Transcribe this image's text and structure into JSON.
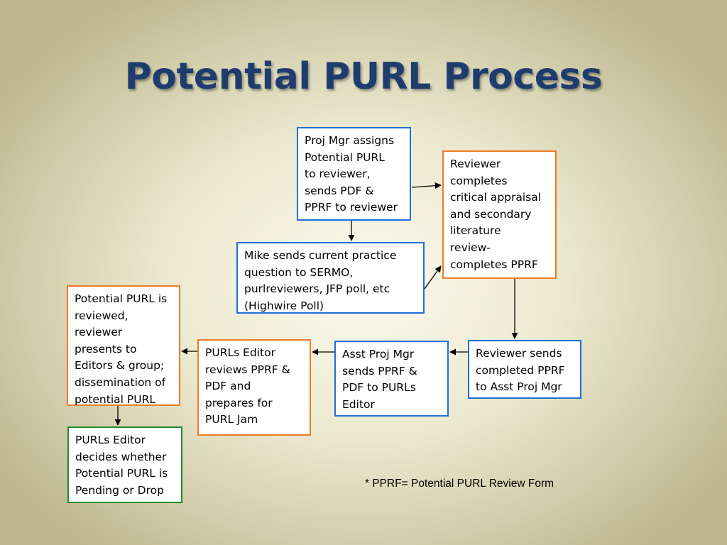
{
  "title": "Potential PURL Process",
  "boxes": {
    "assign": "Proj Mgr assigns\nPotential PURL\nto reviewer,\nsends PDF &\nPPRF to reviewer",
    "reviewer_completes": "Reviewer\ncompletes\ncritical appraisal\nand secondary\nliterature\nreview-\ncompletes PPRF",
    "mike_sends": "Mike sends current practice\nquestion to SERMO,\npurlreviewers, JFP poll, etc\n(Highwire Poll)",
    "potential_reviewed": "Potential PURL is\nreviewed,\nreviewer\npresents to\nEditors & group;\ndissemination of\npotential PURL",
    "editor_reviews": "PURLs Editor\nreviews PPRF &\nPDF and\nprepares for\nPURL Jam",
    "asst_sends": "Asst Proj Mgr\nsends PPRF &\nPDF to PURLs\nEditor",
    "reviewer_sends": "Reviewer sends\ncompleted PPRF\nto Asst Proj Mgr",
    "editor_decides": "PURLs Editor\ndecides whether\nPotential PURL is\nPending or Drop"
  },
  "footnote": "* PPRF= Potential PURL Review Form",
  "colors": {
    "title": "#1f3c6e",
    "blue_border": "#1f6fd6",
    "orange_border": "#f07a22",
    "green_border": "#1e8a2a"
  }
}
